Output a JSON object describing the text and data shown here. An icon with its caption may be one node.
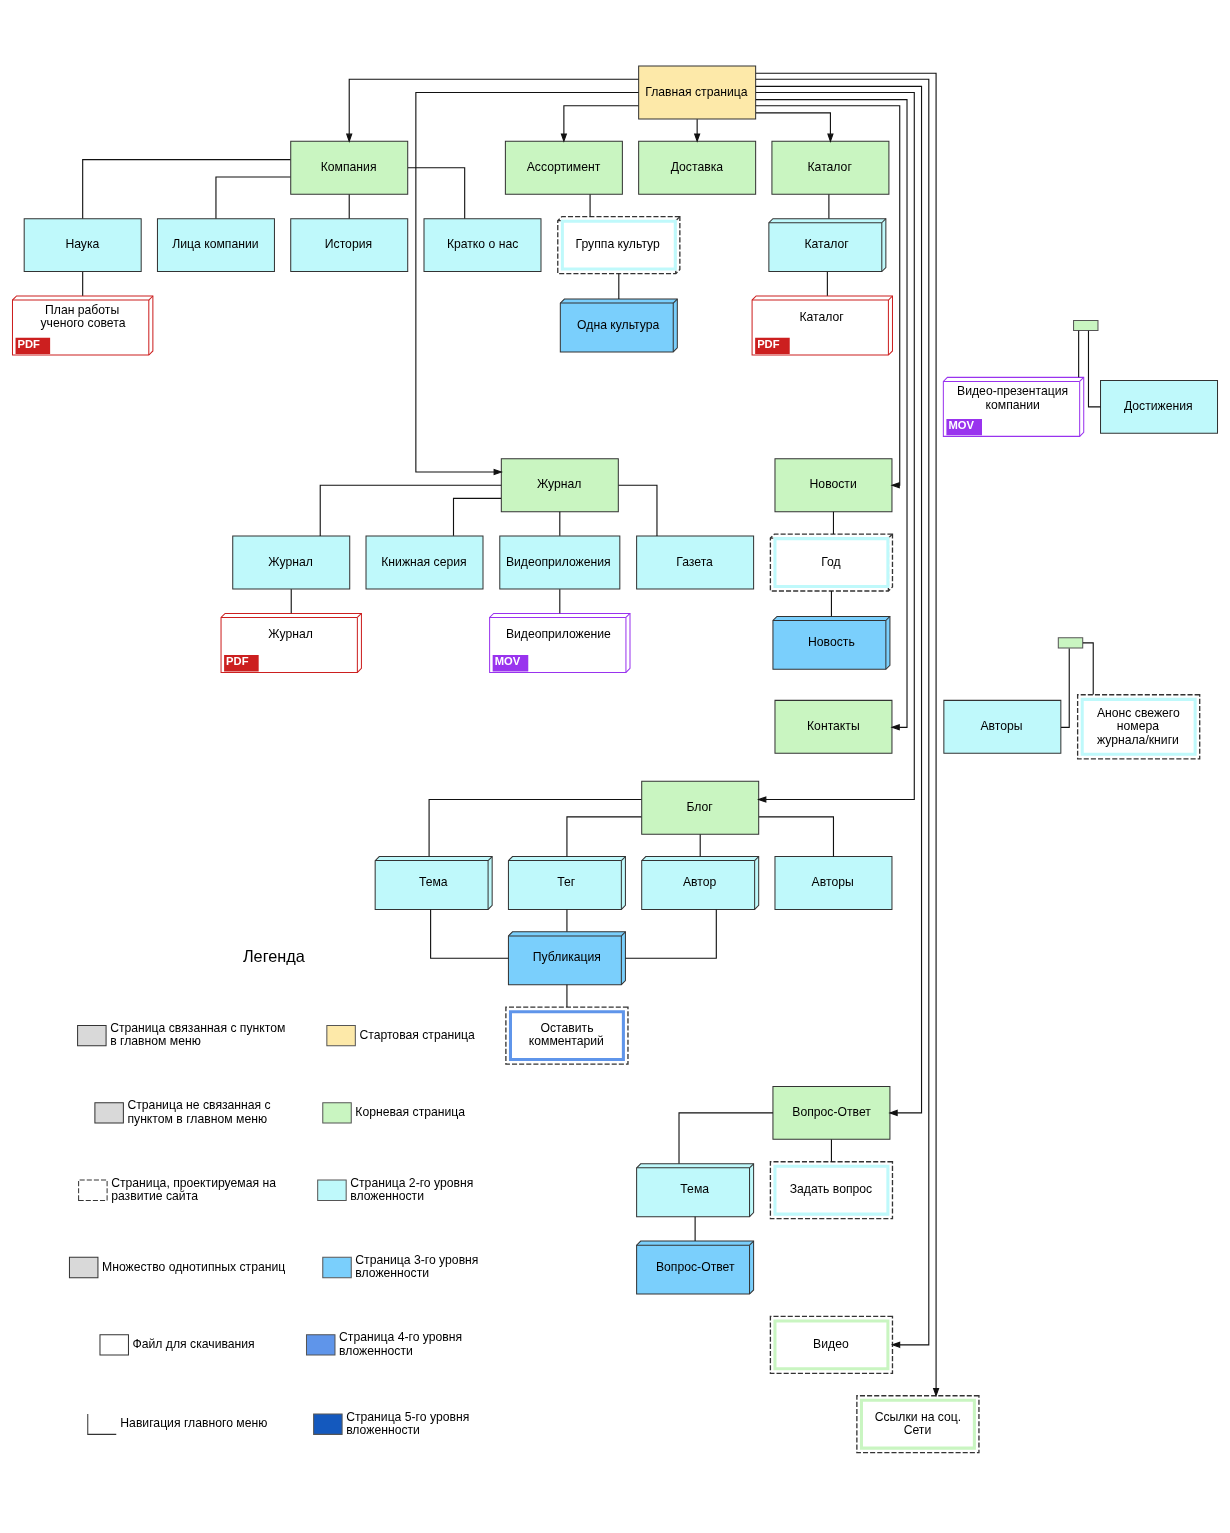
{
  "diagram": {
    "nodes": [
      {
        "text": [
          "Главная страница"
        ]
      },
      {
        "text": [
          "Компания"
        ]
      },
      {
        "text": [
          "Ассортимент"
        ]
      },
      {
        "text": [
          "Доставка"
        ]
      },
      {
        "text": [
          "Каталог"
        ]
      },
      {
        "text": [
          "Наука"
        ]
      },
      {
        "text": [
          "Лица компании"
        ]
      },
      {
        "text": [
          "История"
        ]
      },
      {
        "text": [
          "Кратко о нас"
        ]
      },
      {
        "text": [
          "Группа культур"
        ]
      },
      {
        "text": [
          "Каталог"
        ]
      },
      {
        "text": [
          "План работы ученого совета",
          "PDF"
        ]
      },
      {
        "text": [],
        "shape": "box"
      },
      {
        "text": [
          "Видео-презентация компании",
          "MOV"
        ]
      },
      {
        "text": [
          "Достижения"
        ]
      },
      {
        "text": [
          "Одна культура"
        ]
      },
      {
        "text": [
          "Каталог",
          "PDF"
        ]
      },
      {
        "text": [
          "Журнал"
        ]
      },
      {
        "text": [
          "Новости"
        ]
      },
      {
        "text": [
          "Журнал"
        ]
      },
      {
        "text": [
          "Книжная серия"
        ]
      },
      {
        "text": [
          "Видеоприложения"
        ]
      },
      {
        "text": [
          "Газета"
        ]
      },
      {
        "text": [
          "Год"
        ]
      },
      {
        "text": [
          "Журнал",
          "PDF"
        ]
      },
      {
        "text": [
          "Видеоприложение",
          "MOV"
        ]
      },
      {
        "text": [
          "Новость"
        ]
      },
      {
        "text": [],
        "shape": "box"
      },
      {
        "text": [
          "Авторы"
        ]
      },
      {
        "text": [
          "Анонс свежего номера журнала/книги"
        ]
      },
      {
        "text": [
          "Контакты"
        ]
      },
      {
        "text": [
          "Блог"
        ]
      },
      {
        "text": [
          "Тема"
        ]
      },
      {
        "text": [
          "Тег"
        ]
      },
      {
        "text": [
          "Автор"
        ]
      },
      {
        "text": [
          "Авторы"
        ]
      },
      {
        "text": [
          "Публикация"
        ]
      },
      {
        "text": [
          "Оставить комментарий"
        ]
      },
      {
        "text": [
          "Вопрос-Ответ"
        ]
      },
      {
        "text": [
          "Тема"
        ]
      },
      {
        "text": [
          "Задать вопрос"
        ]
      },
      {
        "text": [
          "Вопрос-Ответ"
        ]
      },
      {
        "text": [
          "Видео"
        ]
      },
      {
        "text": [
          "Ссылки на соц. Сети"
        ]
      }
    ],
    "edges": [
      {
        "from": 0,
        "to": 1,
        "arrow": "to"
      },
      {
        "from": 0,
        "to": 18,
        "arrow": "to"
      },
      {
        "from": 0,
        "to": 30,
        "arrow": "to"
      },
      {
        "from": 0,
        "to": 2,
        "arrow": "to"
      },
      {
        "from": 0,
        "to": 3,
        "arrow": "to"
      },
      {
        "from": 0,
        "to": 4,
        "arrow": "to"
      },
      {
        "from": 0,
        "to": 17,
        "arrow": "to"
      },
      {
        "from": 0,
        "to": 31,
        "arrow": "to"
      },
      {
        "from": 0,
        "to": 38,
        "arrow": "to"
      },
      {
        "from": 0,
        "to": 42,
        "arrow": "to"
      },
      {
        "from": 0,
        "to": 43,
        "arrow": "to"
      },
      {
        "from": 1,
        "to": 5,
        "arrow": "none"
      },
      {
        "from": 1,
        "to": 6,
        "arrow": "none"
      },
      {
        "from": 1,
        "to": 7,
        "arrow": "none"
      },
      {
        "from": 1,
        "to": 8,
        "arrow": "none"
      },
      {
        "from": 5,
        "to": 11,
        "arrow": "none"
      },
      {
        "from": 12,
        "to": 13,
        "arrow": "none"
      },
      {
        "from": 12,
        "to": 14,
        "arrow": "none"
      },
      {
        "from": 2,
        "to": 9,
        "arrow": "none"
      },
      {
        "from": 9,
        "to": 15,
        "arrow": "none"
      },
      {
        "from": 4,
        "to": 10,
        "arrow": "none"
      },
      {
        "from": 10,
        "to": 16,
        "arrow": "none"
      },
      {
        "from": 18,
        "to": 23,
        "arrow": "none"
      },
      {
        "from": 23,
        "to": 26,
        "arrow": "none"
      },
      {
        "from": 17,
        "to": 19,
        "arrow": "none"
      },
      {
        "from": 17,
        "to": 20,
        "arrow": "none"
      },
      {
        "from": 17,
        "to": 21,
        "arrow": "none"
      },
      {
        "from": 17,
        "to": 22,
        "arrow": "none"
      },
      {
        "from": 19,
        "to": 24,
        "arrow": "none"
      },
      {
        "from": 21,
        "to": 25,
        "arrow": "none"
      },
      {
        "from": 27,
        "to": 28,
        "arrow": "none"
      },
      {
        "from": 27,
        "to": 29,
        "arrow": "none"
      },
      {
        "from": 31,
        "to": 32,
        "arrow": "none"
      },
      {
        "from": 31,
        "to": 33,
        "arrow": "none"
      },
      {
        "from": 31,
        "to": 34,
        "arrow": "none"
      },
      {
        "from": 31,
        "to": 35,
        "arrow": "none"
      },
      {
        "from": 32,
        "to": 36,
        "arrow": "none"
      },
      {
        "from": 33,
        "to": 36,
        "arrow": "none"
      },
      {
        "from": 34,
        "to": 36,
        "arrow": "none"
      },
      {
        "from": 36,
        "to": 37,
        "arrow": "none"
      },
      {
        "from": 38,
        "to": 39,
        "arrow": "none"
      },
      {
        "from": 38,
        "to": 40,
        "arrow": "none"
      },
      {
        "from": 39,
        "to": 41,
        "arrow": "none"
      }
    ],
    "labels": [
      "Легенда"
    ],
    "legend": [
      {
        "text": "Страница связанная с пунктом в главном меню"
      },
      {
        "text": "Страница не связанная с пунктом в главном меню"
      },
      {
        "text": "Страница, проектируемая на развитие сайта"
      },
      {
        "text": "Множество однотипных страниц"
      },
      {
        "text": "Файл для скачивания"
      },
      {
        "text": "Навигация главного меню"
      },
      {
        "text": "Стартовая страница",
        "color": "#fde9a9"
      },
      {
        "text": "Корневая страница",
        "color": "#c9f5c1"
      },
      {
        "text": "Страница 2-го уровня вложенности",
        "color": "#bff9fb"
      },
      {
        "text": "Страница 3-го уровня вложенности",
        "color": "#7acffc"
      },
      {
        "text": "Страница 4-го уровня вложенности",
        "color": "#5f95ea"
      },
      {
        "text": "Страница 5-го уровня вложенности",
        "color": "#1459be"
      }
    ]
  }
}
